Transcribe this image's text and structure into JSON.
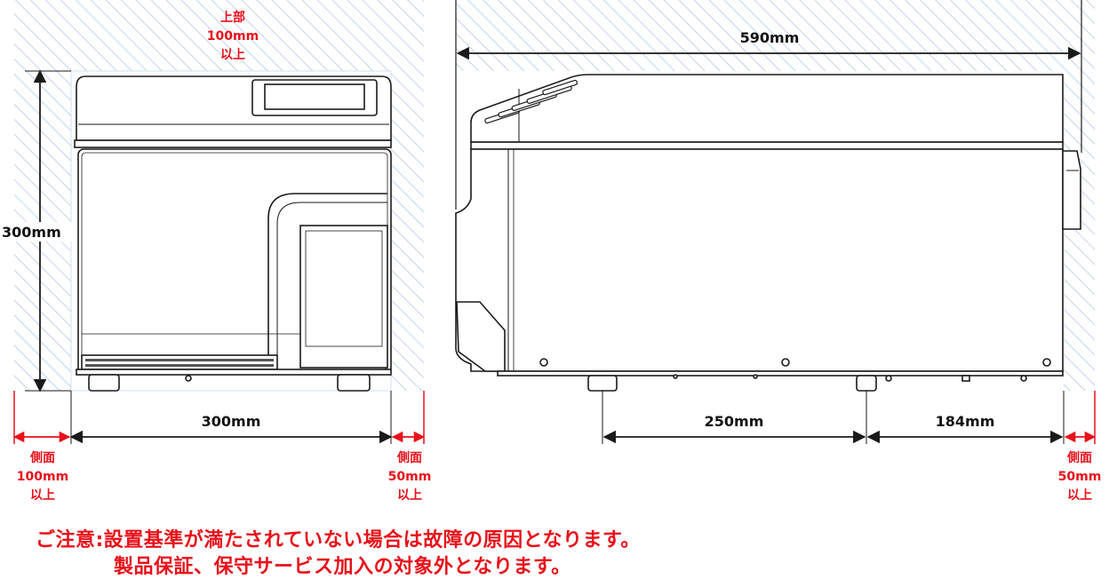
{
  "front_view": {
    "top_clearance": [
      "上部",
      "100mm",
      "以上"
    ],
    "height": "300mm",
    "width": "300mm",
    "left_clearance": [
      "側面",
      "100mm",
      "以上"
    ],
    "right_clearance": [
      "側面",
      "50mm",
      "以上"
    ]
  },
  "side_view": {
    "depth": "590mm",
    "foot_spacing": "250mm",
    "rear_offset": "184mm",
    "rear_clearance": [
      "側面",
      "50mm",
      "以上"
    ]
  },
  "notice": {
    "line1": "ご注意:設置基準が満たされていない場合は故障の原因となります。",
    "line2": "製品保証、保守サービス加入の対象外となります。"
  },
  "colors": {
    "accent_red": "#e8101a",
    "hatch_blue": "#a9c3e3",
    "line": "#1a1a1a"
  }
}
